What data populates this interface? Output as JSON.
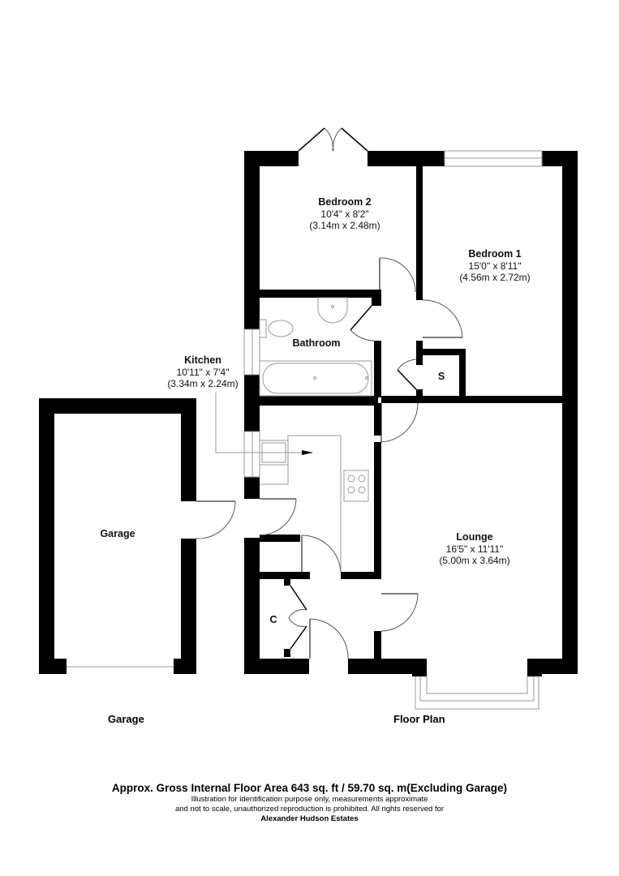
{
  "rooms": [
    {
      "id": "bedroom-2",
      "name": "Bedroom 2",
      "imperial": "10'4\" x 8'2\"",
      "metric": "(3.14m x 2.48m)"
    },
    {
      "id": "bedroom-1",
      "name": "Bedroom 1",
      "imperial": "15'0\" x 8'11\"",
      "metric": "(4.56m x 2.72m)"
    },
    {
      "id": "bathroom",
      "name": "Bathroom"
    },
    {
      "id": "kitchen",
      "name": "Kitchen",
      "imperial": "10'11\" x 7'4\"",
      "metric": "(3.34m x 2.24m)"
    },
    {
      "id": "lounge",
      "name": "Lounge",
      "imperial": "16'5\" x 11'11\"",
      "metric": "(5.00m x 3.64m)"
    },
    {
      "id": "garage",
      "name": "Garage"
    },
    {
      "id": "storage",
      "name": "S"
    },
    {
      "id": "cupboard",
      "name": "C"
    }
  ],
  "captions": {
    "garage": "Garage",
    "floor_plan": "Floor Plan"
  },
  "footer": {
    "area": "Approx. Gross Internal Floor Area 643 sq. ft / 59.70 sq. m(Excluding Garage)",
    "note_line_1": "Illustration for identification purpose only, measurements approximate",
    "note_line_2": "and not to scale, unauthorized reproduction is prohibited. All rights reserved for",
    "company": "Alexander Hudson Estates"
  },
  "colors": {
    "wall": "#000000",
    "fixture_line": "#9a9a9a",
    "background": "#ffffff"
  }
}
